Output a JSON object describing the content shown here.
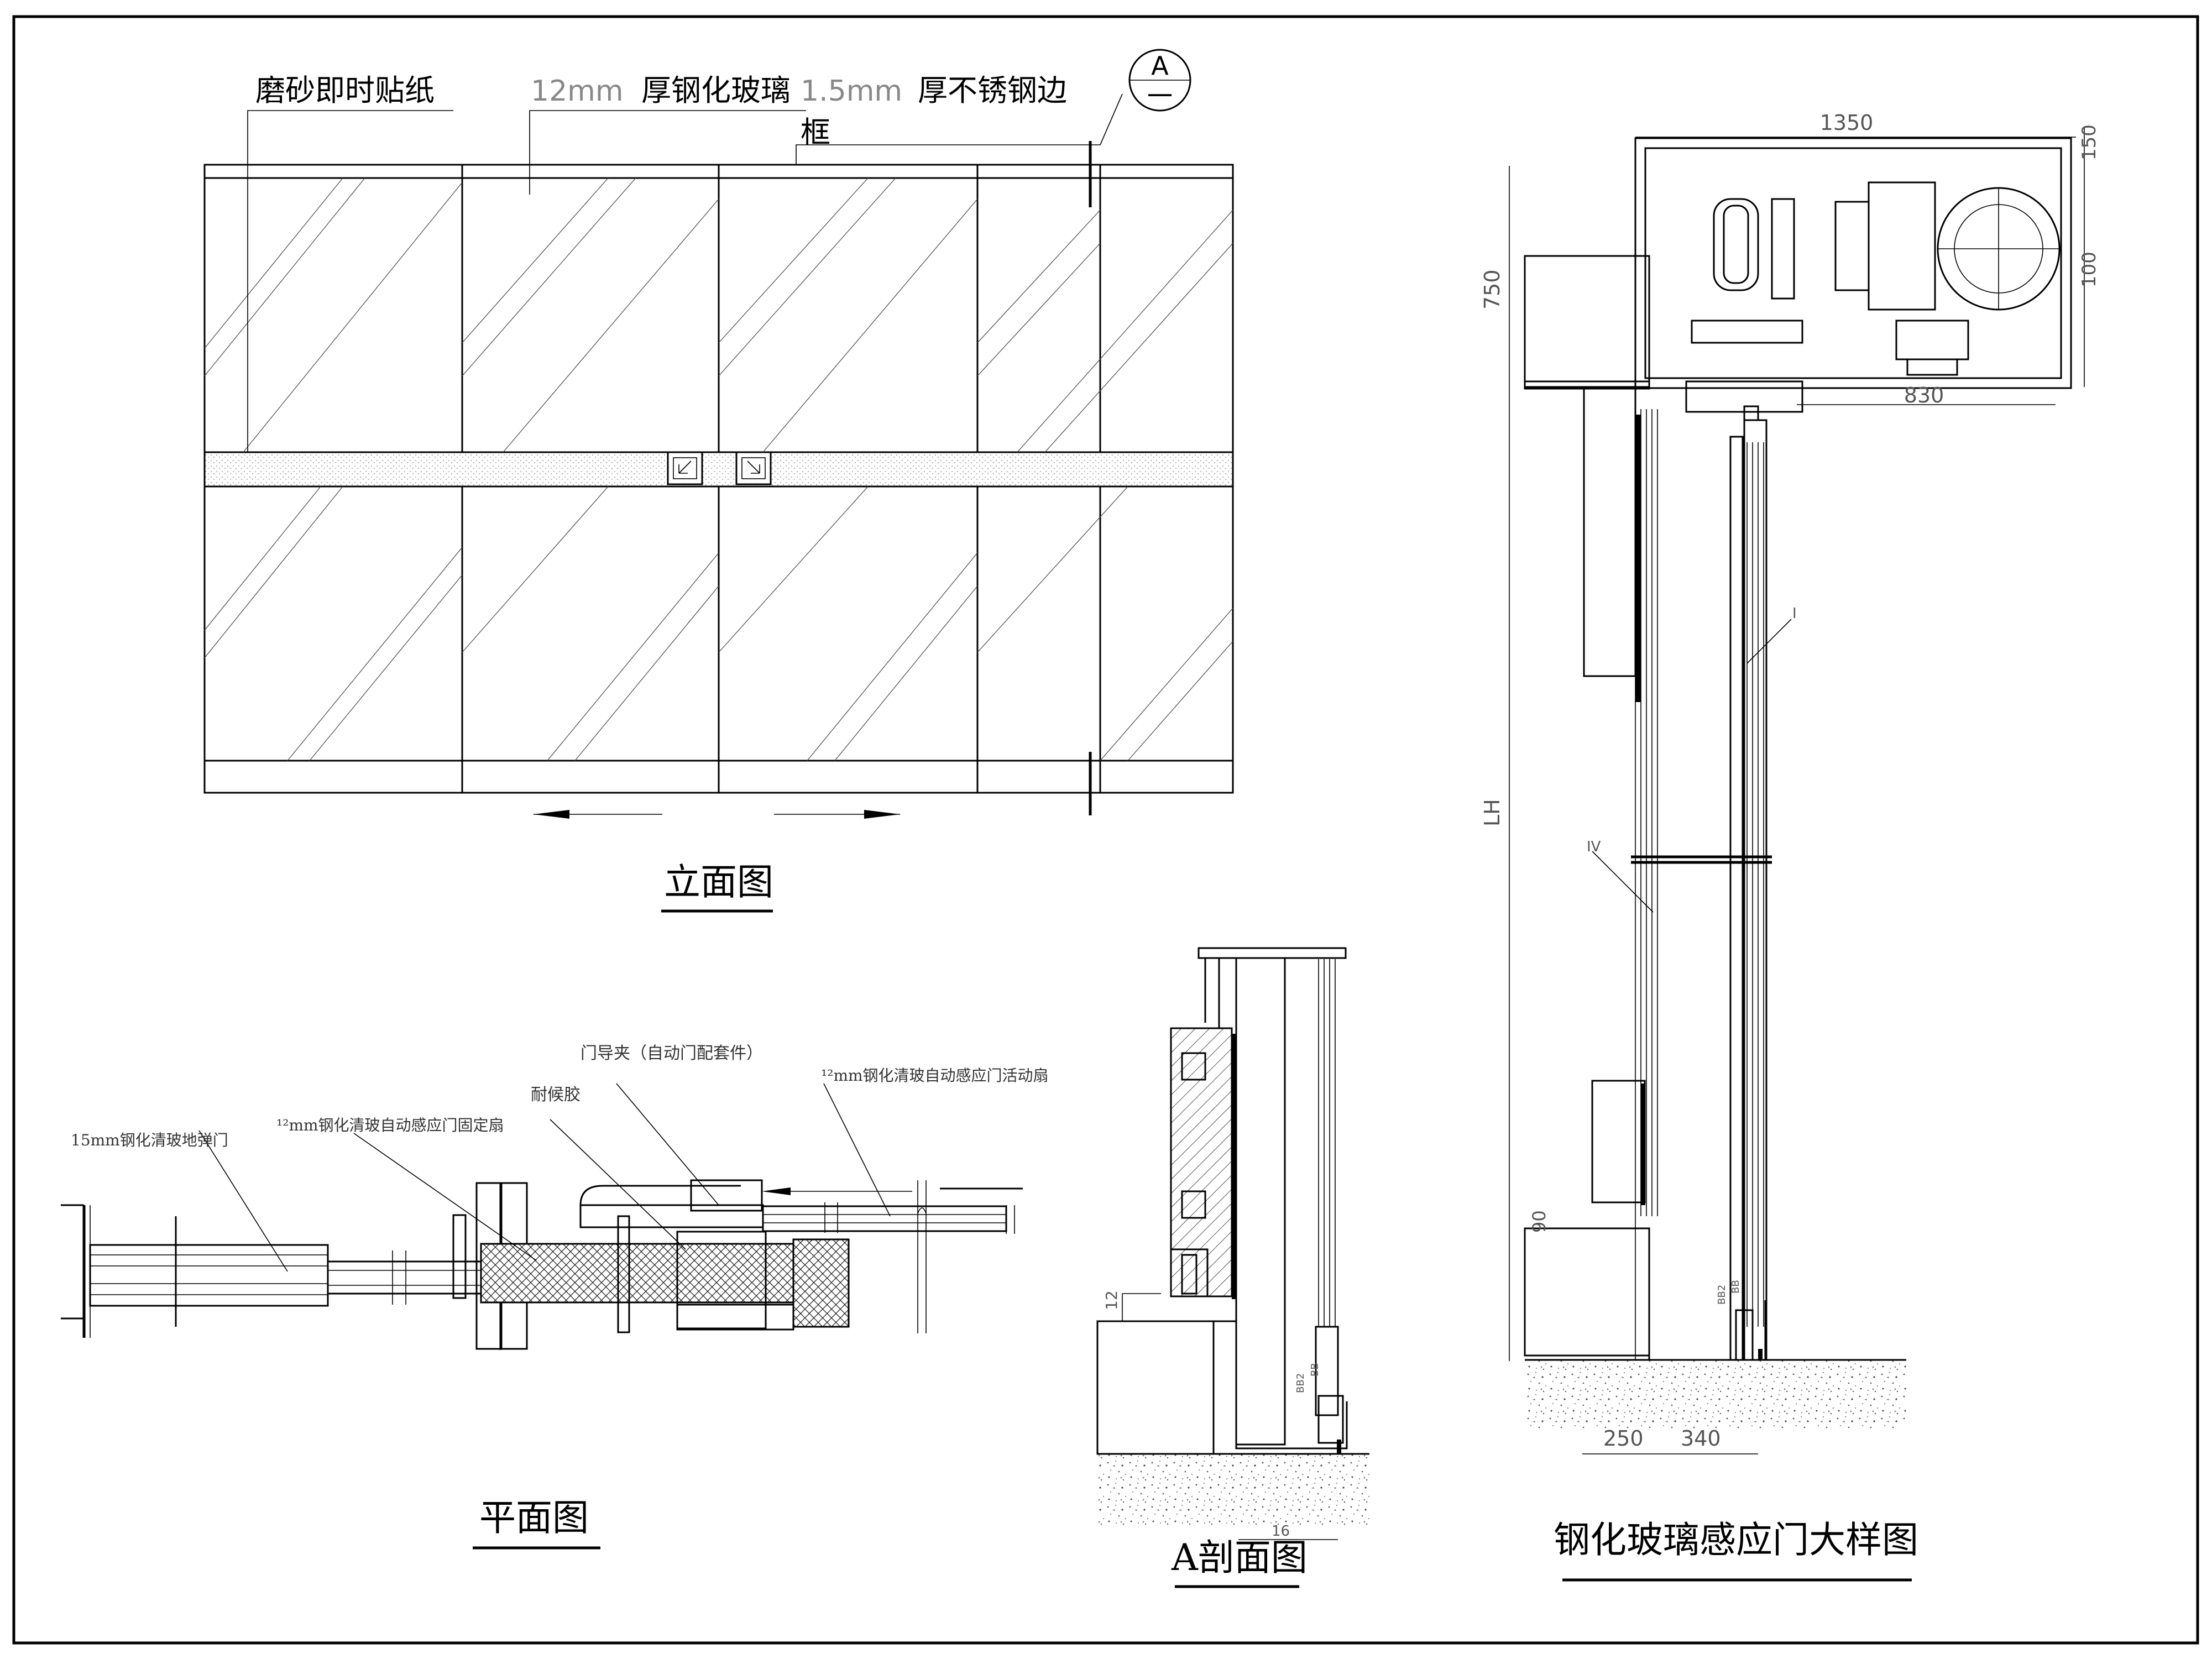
{
  "labels": {
    "frosted_sticker": "磨砂即时贴纸",
    "glass_dim": "12mm",
    "glass_text": "厚钢化玻璃",
    "frame_dim": "1.5mm",
    "frame_text": "厚不锈钢边",
    "frame_text2": "框",
    "section_mark_letter": "A",
    "section_mark_num": "一"
  },
  "titles": {
    "elevation": "立面图",
    "plan": "平面图",
    "section_a": "A剖面图",
    "detail": "钢化玻璃感应门大样图"
  },
  "plan_labels": {
    "door_guide": "门导夹（自动门配套件）",
    "weather_seal": "耐候胶",
    "fixed_leaf": "¹²mm钢化清玻自动感应门固定扇",
    "swing_door": "15mm钢化清玻地弹门",
    "sliding_leaf": "¹²mm钢化清玻自动感应门活动扇"
  },
  "detail_dims": {
    "d1350": "1350",
    "d150": "150",
    "d100": "100",
    "d830": "830",
    "d750": "750",
    "dLH": "LH",
    "d90": "90",
    "d250": "250",
    "d340": "340",
    "roman_I": "I",
    "roman_IV": "IV"
  },
  "section_dims": {
    "d12": "12",
    "d16": "16"
  },
  "seal_marks": {
    "m1": "BB2",
    "m2": "BB"
  }
}
